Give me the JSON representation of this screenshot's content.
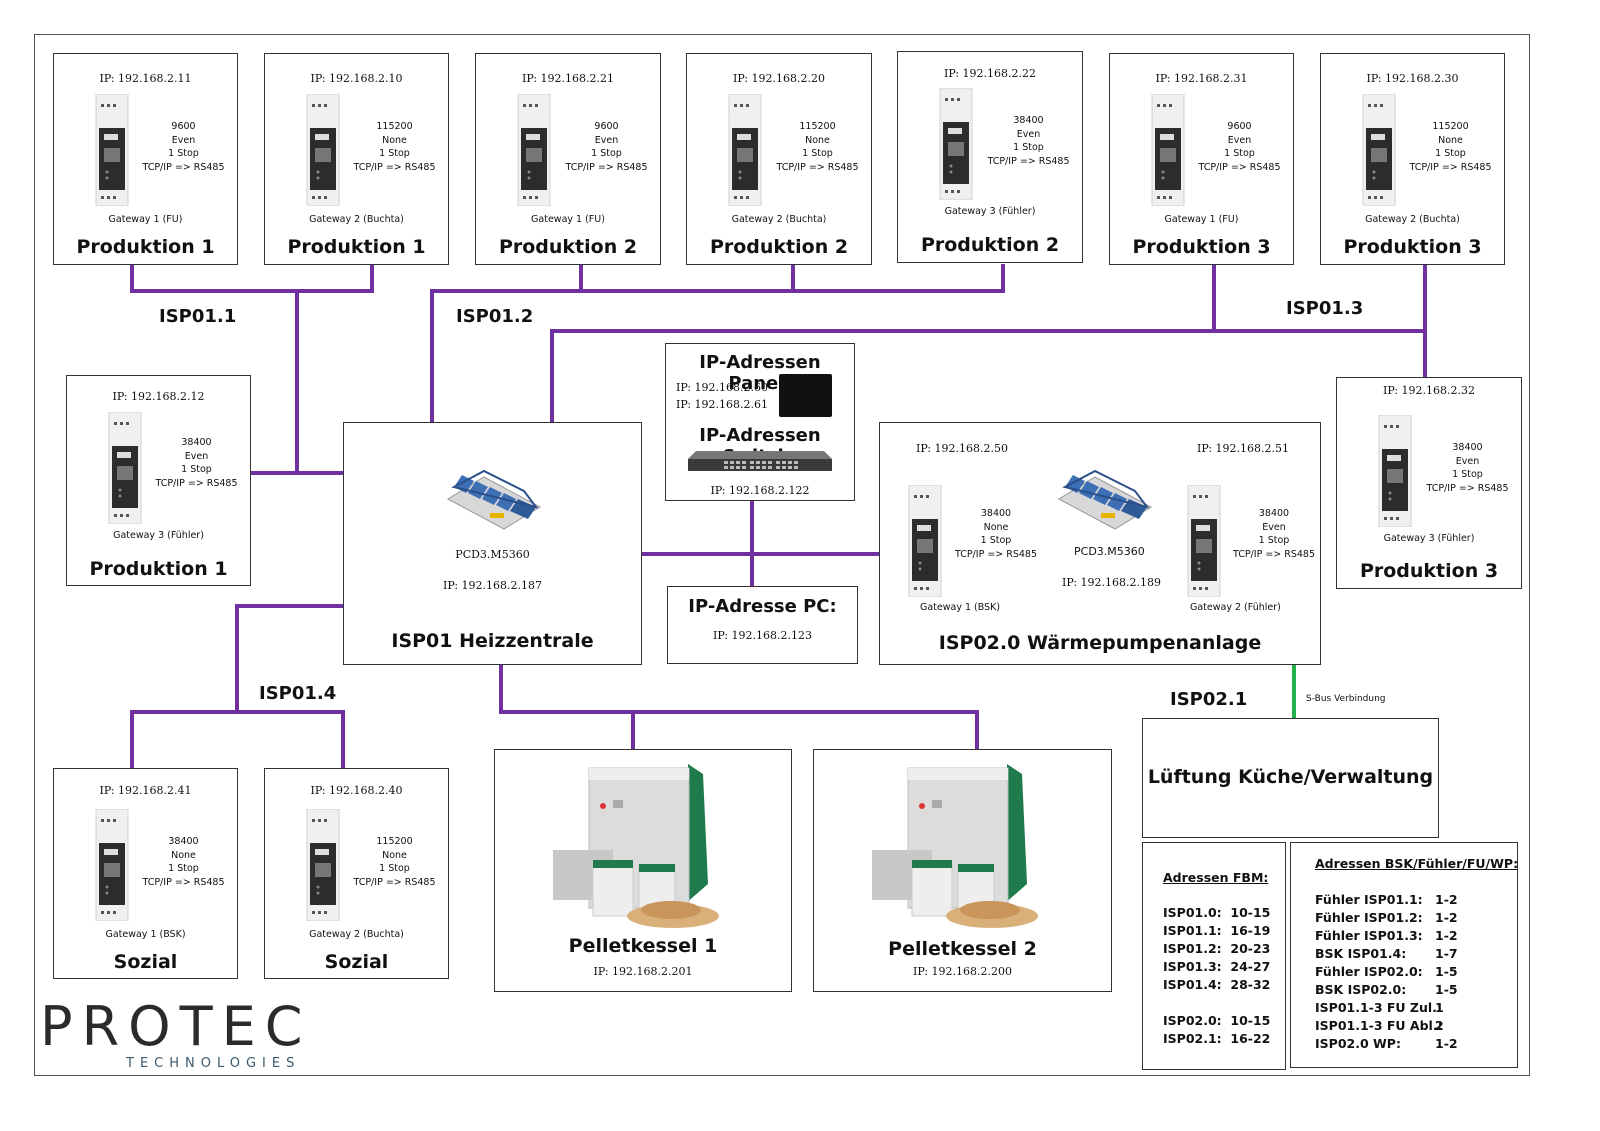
{
  "colors": {
    "network": "#7030a0",
    "sbus": "#21b04b",
    "border": "#333333"
  },
  "gateways": [
    {
      "ip": "IP: 192.168.2.11",
      "cfg": [
        "9600",
        "Even",
        "1 Stop",
        "TCP/IP => RS485"
      ],
      "gw": "Gateway 1 (FU)",
      "title": "Produktion 1"
    },
    {
      "ip": "IP: 192.168.2.10",
      "cfg": [
        "115200",
        "None",
        "1 Stop",
        "TCP/IP => RS485"
      ],
      "gw": "Gateway 2 (Buchta)",
      "title": "Produktion 1"
    },
    {
      "ip": "IP: 192.168.2.21",
      "cfg": [
        "9600",
        "Even",
        "1 Stop",
        "TCP/IP => RS485"
      ],
      "gw": "Gateway 1 (FU)",
      "title": "Produktion 2"
    },
    {
      "ip": "IP: 192.168.2.20",
      "cfg": [
        "115200",
        "None",
        "1 Stop",
        "TCP/IP => RS485"
      ],
      "gw": "Gateway 2 (Buchta)",
      "title": "Produktion 2"
    },
    {
      "ip": "IP: 192.168.2.22",
      "cfg": [
        "38400",
        "Even",
        "1 Stop",
        "TCP/IP => RS485"
      ],
      "gw": "Gateway 3 (Fühler)",
      "title": "Produktion 2"
    },
    {
      "ip": "IP: 192.168.2.31",
      "cfg": [
        "9600",
        "Even",
        "1 Stop",
        "TCP/IP => RS485"
      ],
      "gw": "Gateway 1 (FU)",
      "title": "Produktion 3"
    },
    {
      "ip": "IP: 192.168.2.30",
      "cfg": [
        "115200",
        "None",
        "1 Stop",
        "TCP/IP => RS485"
      ],
      "gw": "Gateway 2 (Buchta)",
      "title": "Produktion 3"
    },
    {
      "ip": "IP: 192.168.2.12",
      "cfg": [
        "38400",
        "Even",
        "1 Stop",
        "TCP/IP => RS485"
      ],
      "gw": "Gateway 3 (Fühler)",
      "title": "Produktion 1"
    },
    {
      "ip": "IP: 192.168.2.32",
      "cfg": [
        "38400",
        "Even",
        "1 Stop",
        "TCP/IP => RS485"
      ],
      "gw": "Gateway 3 (Fühler)",
      "title": "Produktion 3"
    },
    {
      "ip": "IP: 192.168.2.41",
      "cfg": [
        "38400",
        "None",
        "1 Stop",
        "TCP/IP => RS485"
      ],
      "gw": "Gateway 1 (BSK)",
      "title": "Sozial"
    },
    {
      "ip": "IP: 192.168.2.40",
      "cfg": [
        "115200",
        "None",
        "1 Stop",
        "TCP/IP => RS485"
      ],
      "gw": "Gateway 2 (Buchta)",
      "title": "Sozial"
    }
  ],
  "labels": {
    "isp011": "ISP01.1",
    "isp012": "ISP01.2",
    "isp013": "ISP01.3",
    "isp014": "ISP01.4",
    "isp021": "ISP02.1",
    "sbus": "S-Bus Verbindung"
  },
  "heizzentrale": {
    "model": "PCD3.M5360",
    "ip": "IP: 192.168.2.187",
    "title": "ISP01 Heizzentrale"
  },
  "panel": {
    "title": "IP-Adressen Panel:",
    "ip1": "IP: 192.168.2.60",
    "ip2": "IP: 192.168.2.61",
    "switch_title": "IP-Adressen Switch:",
    "switch_ip": "IP: 192.168.2.122"
  },
  "pc": {
    "title": "IP-Adresse PC:",
    "ip": "IP: 192.168.2.123"
  },
  "wp": {
    "ip_left": "IP: 192.168.2.50",
    "ip_right": "IP: 192.168.2.51",
    "cfg_left": [
      "38400",
      "None",
      "1 Stop",
      "TCP/IP => RS485"
    ],
    "cfg_right": [
      "38400",
      "Even",
      "1 Stop",
      "TCP/IP => RS485"
    ],
    "model": "PCD3.M5360",
    "ip_center": "IP: 192.168.2.189",
    "gw_left": "Gateway 1 (BSK)",
    "gw_right": "Gateway 2 (Fühler)",
    "title": "ISP02.0  Wärmepumpenanlage"
  },
  "lueftung": {
    "title": "Lüftung Küche/Verwaltung"
  },
  "kessel": [
    {
      "title": "Pelletkessel 1",
      "ip": "IP: 192.168.2.201"
    },
    {
      "title": "Pelletkessel 2",
      "ip": "IP: 192.168.2.200"
    }
  ],
  "fbm": {
    "header": "Adressen FBM:",
    "rows": [
      [
        "ISP01.0:",
        "10-15"
      ],
      [
        "ISP01.1:",
        "16-19"
      ],
      [
        "ISP01.2:",
        "20-23"
      ],
      [
        "ISP01.3:",
        "24-27"
      ],
      [
        "ISP01.4:",
        "28-32"
      ],
      [
        "ISP02.0:",
        "10-15"
      ],
      [
        "ISP02.1:",
        "16-22"
      ]
    ]
  },
  "bsk": {
    "header": "Adressen BSK/Fühler/FU/WP:",
    "rows": [
      [
        "Fühler ISP01.1:",
        "1-2"
      ],
      [
        "Fühler ISP01.2:",
        "1-2"
      ],
      [
        "Fühler ISP01.3:",
        "1-2"
      ],
      [
        "BSK ISP01.4:",
        "1-7"
      ],
      [
        "Fühler ISP02.0:",
        "1-5"
      ],
      [
        "BSK ISP02.0:",
        "1-5"
      ],
      [
        "ISP01.1-3 FU Zul.:",
        "1"
      ],
      [
        "ISP01.1-3 FU Abl.:",
        "2"
      ],
      [
        "ISP02.0 WP:",
        "1-2"
      ]
    ]
  },
  "logo": {
    "name": "PROTEC",
    "sub": "TECHNOLOGIES"
  }
}
